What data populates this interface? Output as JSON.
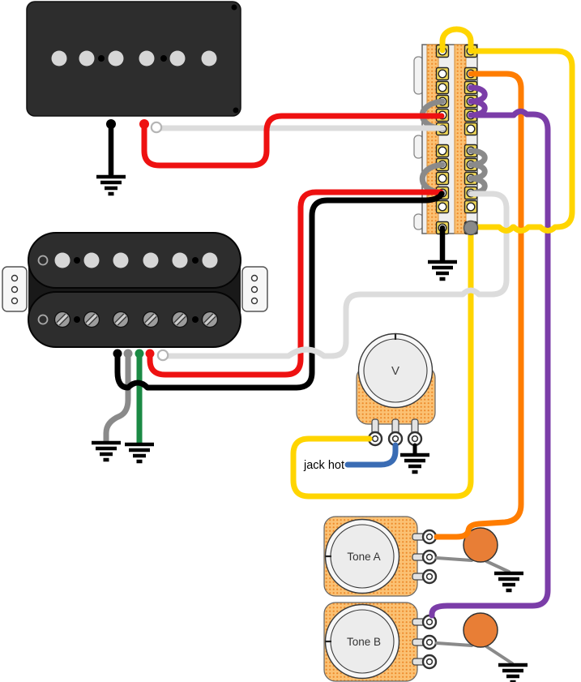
{
  "diagram": {
    "labels": {
      "volume": "V",
      "tone_a": "Tone A",
      "tone_b": "Tone B",
      "jack_hot": "jack hot"
    },
    "components": {
      "neck_pickup": "neck-single-coil-pickup",
      "bridge_pickup": "humbucker-pickup",
      "selector_switch": "pickup-selector-super-switch",
      "volume_pot": "volume-potentiometer",
      "tone_a_pot": "tone-a-potentiometer",
      "tone_b_pot": "tone-b-potentiometer",
      "cap_a": "tone-a-capacitor",
      "cap_b": "tone-b-capacitor",
      "grounds": "ground-symbols"
    },
    "wires": [
      {
        "name": "neck-black-to-ground",
        "color_key": "black"
      },
      {
        "name": "neck-red-to-switch",
        "color_key": "red"
      },
      {
        "name": "neck-white-to-switch",
        "color_key": "white_wire"
      },
      {
        "name": "humbucker-black-to-switch",
        "color_key": "black"
      },
      {
        "name": "humbucker-red-to-switch",
        "color_key": "red"
      },
      {
        "name": "humbucker-white-to-switch",
        "color_key": "white_wire"
      },
      {
        "name": "humbucker-gray-to-ground",
        "color_key": "gray"
      },
      {
        "name": "humbucker-green-to-ground",
        "color_key": "green"
      },
      {
        "name": "switch-yellow-top-jumper",
        "color_key": "yellow"
      },
      {
        "name": "switch-yellow-loop-to-common",
        "color_key": "yellow"
      },
      {
        "name": "switch-common-yellow-to-volume-lug1",
        "color_key": "yellow"
      },
      {
        "name": "switch-orange-to-tone-a-lug1",
        "color_key": "orange"
      },
      {
        "name": "switch-purple-jumpers-and-to-tone-b-lug1",
        "color_key": "purple"
      },
      {
        "name": "switch-gray-jumpers",
        "color_key": "gray"
      },
      {
        "name": "volume-middle-lug-jack-hot",
        "color_key": "blue"
      },
      {
        "name": "volume-right-lug-to-ground",
        "color_key": "black"
      },
      {
        "name": "switch-bottom-to-ground",
        "color_key": "black"
      },
      {
        "name": "cap-leads-to-ground",
        "color_key": "gray"
      }
    ]
  },
  "colors": {
    "yellow": "#FFD500",
    "orange": "#FF7D00",
    "purple": "#7B3DA8",
    "red": "#EE1111",
    "black": "#000000",
    "green": "#1B8A44",
    "blue": "#3A6CB4",
    "gray": "#8A8A8A",
    "white_wire": "#DCDCDC",
    "cap": "#E87E36",
    "lug": "#F2D957",
    "stipple_bg": "#FBC173",
    "stipple_dot": "#ED8A2A",
    "pickup_body": "#2D2D2D",
    "pot_face": "#ECECEC"
  }
}
